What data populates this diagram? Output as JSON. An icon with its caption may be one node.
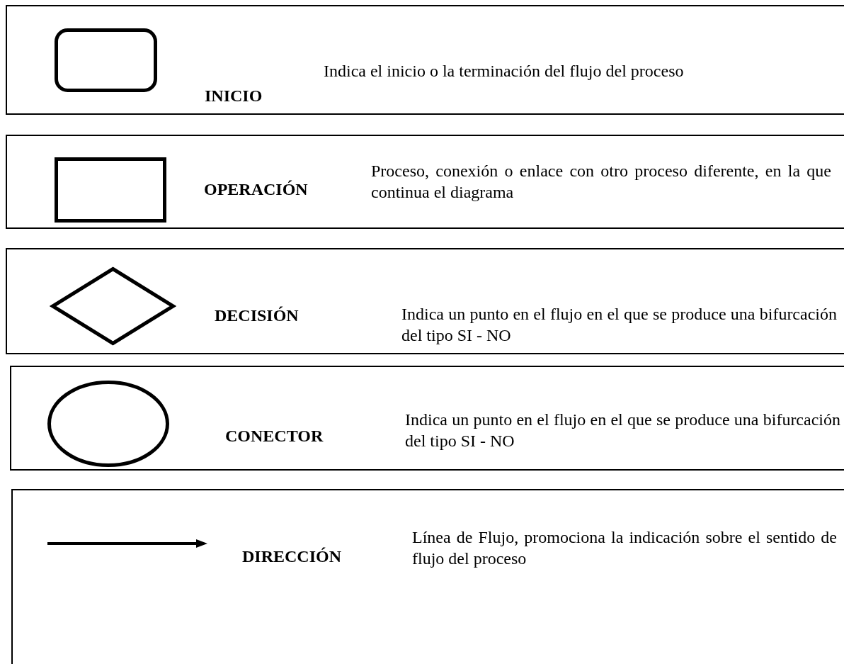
{
  "diagram": {
    "nodes": [
      {
        "text": [
          "INICIO",
          "Indica el inicio o la terminación del flujo del proceso"
        ]
      },
      {
        "text": [],
        "shape": "rounded-box",
        "in": 0
      },
      {
        "text": [
          "OPERACIÓN",
          "Proceso, conexión o enlace con otro proceso diferente, en la que continua el diagrama"
        ]
      },
      {
        "text": [],
        "shape": "box",
        "in": 2
      },
      {
        "text": [
          "DECISIÓN",
          "Indica un punto en el flujo en el que se produce una bifurcación del tipo SI - NO"
        ]
      },
      {
        "text": [],
        "shape": "diamond",
        "in": 4
      },
      {
        "text": [
          "CONECTOR",
          "Indica un punto en el flujo en el que se produce una bifurcación del tipo SI - NO"
        ]
      },
      {
        "text": [],
        "shape": "circle",
        "in": 6
      },
      {
        "text": [
          "DIRECCIÓN",
          "Línea de Flujo, promociona la indicación sobre el sentido de flujo del proceso"
        ]
      }
    ]
  }
}
